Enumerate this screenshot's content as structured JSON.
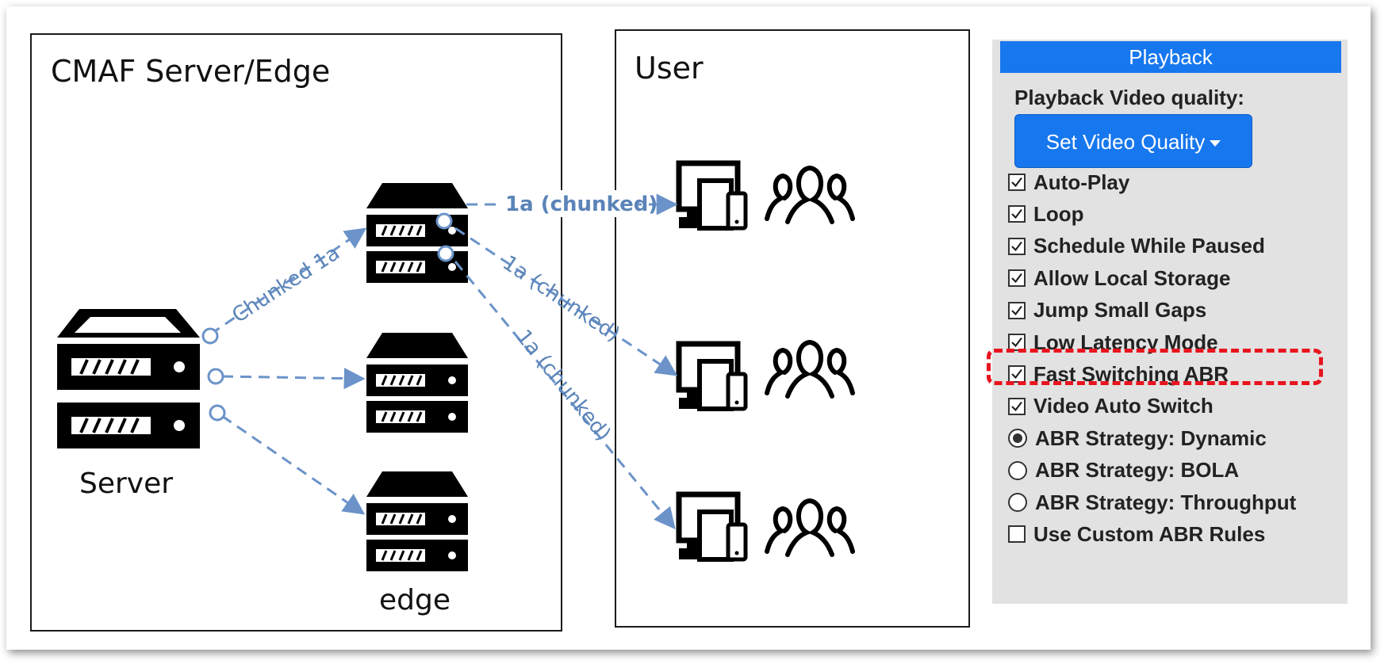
{
  "diagram": {
    "server_edge_title": "CMAF Server/Edge",
    "user_title": "User",
    "server_label": "Server",
    "edge_label": "edge",
    "flow_labels": {
      "chunked_1a": "Chunked 1a",
      "to_user_top": "1a (chunked)",
      "to_user_mid": "1a (chunked)",
      "to_user_bottom": "1a (chunked)"
    },
    "arrow_color": "#6b93c9"
  },
  "settings_panel": {
    "header": "Playback",
    "quality_label": "Playback Video quality:",
    "quality_button": "Set Video Quality",
    "options": [
      {
        "label": "Auto-Play",
        "kind": "checkbox",
        "checked": true
      },
      {
        "label": "Loop",
        "kind": "checkbox",
        "checked": true
      },
      {
        "label": "Schedule While Paused",
        "kind": "checkbox",
        "checked": true
      },
      {
        "label": "Allow Local Storage",
        "kind": "checkbox",
        "checked": true
      },
      {
        "label": "Jump Small Gaps",
        "kind": "checkbox",
        "checked": true
      },
      {
        "label": "Low Latency Mode",
        "kind": "checkbox",
        "checked": true,
        "highlighted": true
      },
      {
        "label": "Fast Switching ABR",
        "kind": "checkbox",
        "checked": true
      },
      {
        "label": "Video Auto Switch",
        "kind": "checkbox",
        "checked": true
      },
      {
        "label": "ABR Strategy: Dynamic",
        "kind": "radio",
        "checked": true
      },
      {
        "label": "ABR Strategy: BOLA",
        "kind": "radio",
        "checked": false
      },
      {
        "label": "ABR Strategy: Throughput",
        "kind": "radio",
        "checked": false
      },
      {
        "label": "Use Custom ABR Rules",
        "kind": "checkbox",
        "checked": false
      }
    ],
    "header_color": "#1777ee",
    "highlight_color": "#e8141e"
  }
}
